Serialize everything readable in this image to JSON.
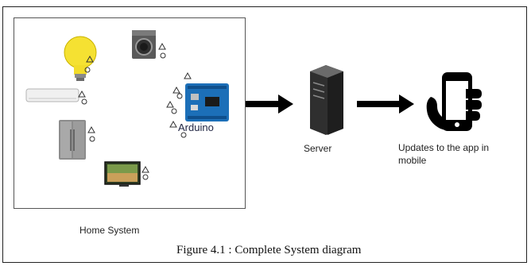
{
  "home_system": {
    "label": "Home System",
    "devices": [
      {
        "name": "light bulb"
      },
      {
        "name": "washing machine"
      },
      {
        "name": "air conditioner"
      },
      {
        "name": "refrigerator"
      },
      {
        "name": "television"
      },
      {
        "name": "arduino board",
        "label": "Arduino"
      }
    ]
  },
  "server": {
    "label": "Server"
  },
  "mobile": {
    "label": "Updates to the app in mobile"
  },
  "caption": "Figure 4.1 : Complete System diagram",
  "colors": {
    "arrow": "#000000",
    "server": "#3b3b3b",
    "arduino": "#1c6fb8",
    "bulb": "#f5e132"
  }
}
